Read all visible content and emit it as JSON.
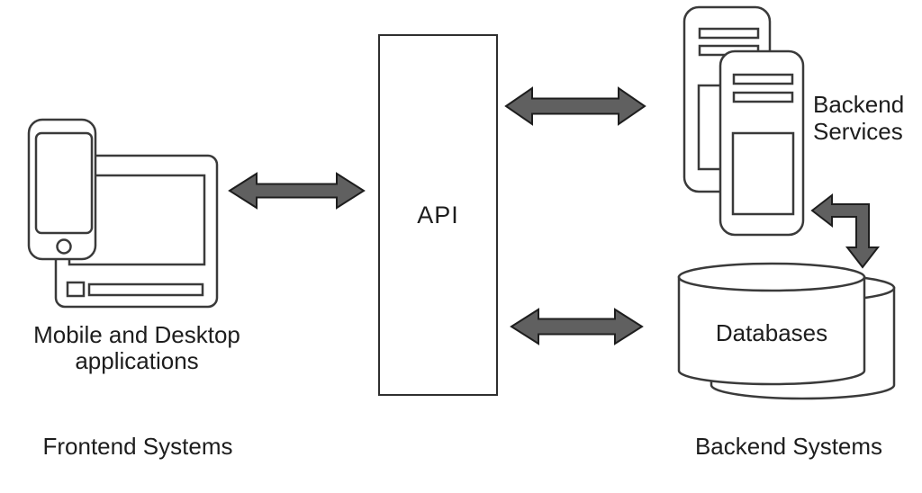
{
  "colors": {
    "background": "#ffffff",
    "outline": "#3a3a3a",
    "arrow_fill": "#606060",
    "arrow_outline": "#1e1e1e",
    "text": "#1d1d1d"
  },
  "nodes": {
    "frontend": {
      "icon": "mobile-and-desktop-icon",
      "caption": "Mobile and Desktop applications"
    },
    "api": {
      "label": "API"
    },
    "backend_services": {
      "icon": "server-stack-icon",
      "label": "Backend Services"
    },
    "databases": {
      "icon": "database-stack-icon",
      "label": "Databases"
    }
  },
  "groups": {
    "frontend": "Frontend Systems",
    "backend": "Backend Systems"
  },
  "connections": [
    {
      "from": "Mobile and Desktop applications",
      "to": "API",
      "style": "double-headed-horizontal"
    },
    {
      "from": "API",
      "to": "Backend Services",
      "style": "double-headed-horizontal"
    },
    {
      "from": "API",
      "to": "Databases",
      "style": "double-headed-horizontal"
    },
    {
      "from": "Backend Services",
      "to": "Databases",
      "style": "double-headed-elbow"
    }
  ]
}
